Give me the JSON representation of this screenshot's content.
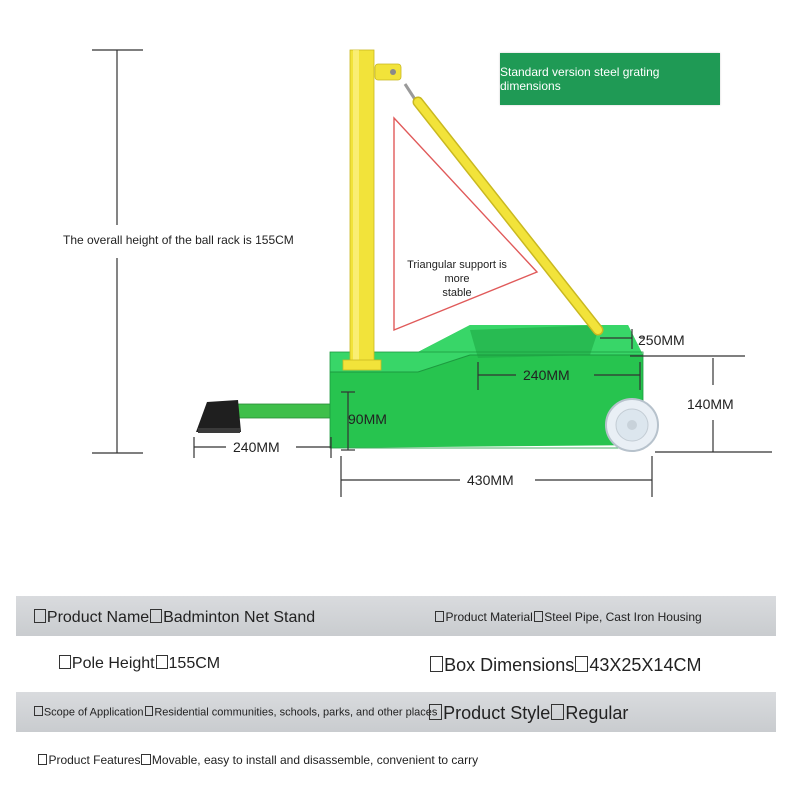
{
  "labels": {
    "overall_height": "The overall height of the ball rack is 155CM",
    "triangle_line1": "Triangular support is more",
    "triangle_line2": "stable",
    "banner": "Standard version steel grating dimensions",
    "dim_250": "250MM",
    "dim_240_top": "240MM",
    "dim_140": "140MM",
    "dim_90": "90MM",
    "dim_240_left": "240MM",
    "dim_430": "430MM"
  },
  "specs": {
    "product_name": {
      "key": "Product Name",
      "value": "Badminton Net Stand"
    },
    "product_material": {
      "key": "Product Material",
      "value": "Steel Pipe, Cast Iron Housing"
    },
    "pole_height": {
      "key": "Pole Height",
      "value": "155CM"
    },
    "box_dimensions": {
      "key": "Box Dimensions",
      "value": "43X25X14CM"
    },
    "scope": {
      "key": "Scope of Application",
      "value": "Residential communities, schools, parks, and other places"
    },
    "product_style": {
      "key": "Product Style",
      "value": "Regular"
    },
    "features": {
      "key": "Product Features",
      "value": "Movable, easy to install and disassemble, convenient to carry"
    }
  },
  "colors": {
    "stand_green": "#1fb84a",
    "pole_yellow": "#f2e33a",
    "banner_green": "#1f9a55",
    "triangle_red": "#e05a5a",
    "band_gray": "#d3d5d8"
  }
}
